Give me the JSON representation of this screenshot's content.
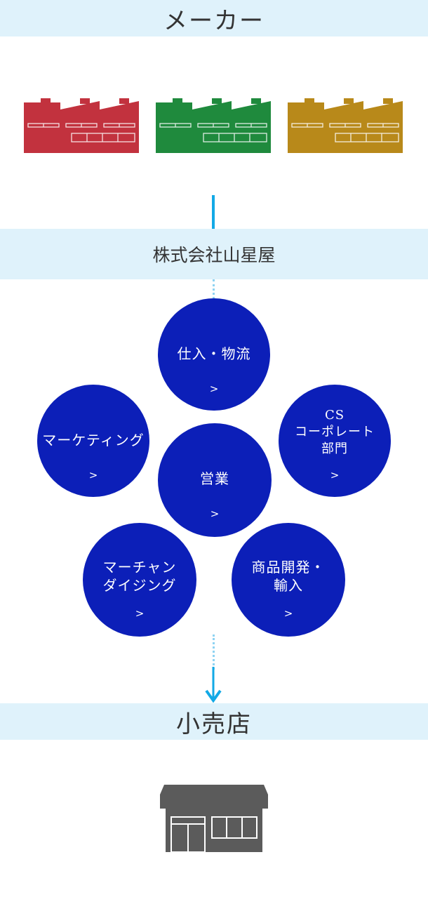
{
  "maker": {
    "title": "メーカー"
  },
  "factories": [
    {
      "color": "#c2323e",
      "icon": "factory-icon"
    },
    {
      "color": "#1f8a3d",
      "icon": "factory-icon"
    },
    {
      "color": "#b8891a",
      "icon": "factory-icon"
    }
  ],
  "company": {
    "title": "株式会社山星屋"
  },
  "departments": {
    "shiire": {
      "label": "仕入・物流",
      "chevron": ">"
    },
    "marketing": {
      "label": "マーケティング",
      "chevron": ">"
    },
    "cs": {
      "line1": "CS",
      "line2": "コーポレート",
      "line3": "部門",
      "chevron": ">"
    },
    "eigyo": {
      "label": "営業",
      "chevron": ">"
    },
    "merch": {
      "line1": "マーチャン",
      "line2": "ダイジング",
      "chevron": ">"
    },
    "product": {
      "line1": "商品開発・",
      "line2": "輸入",
      "chevron": ">"
    }
  },
  "retail": {
    "title": "小売店"
  },
  "colors": {
    "band": "#dff2fb",
    "circle": "#0c1fb8",
    "arrow": "#12a9e6",
    "shop": "#5b5b5b"
  }
}
